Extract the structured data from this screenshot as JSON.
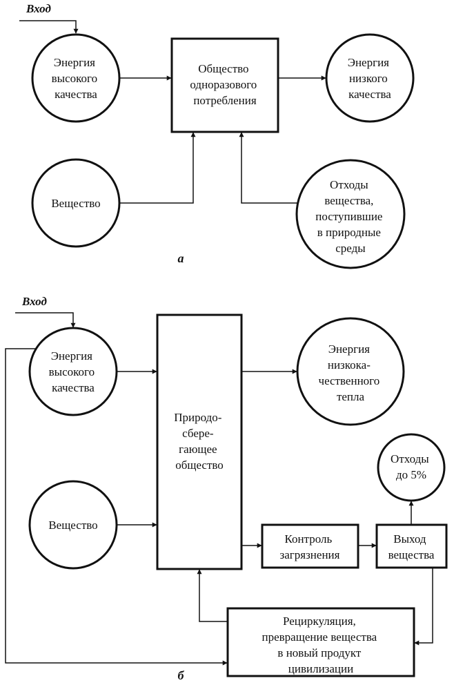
{
  "diagram_a": {
    "input_label": "Вход",
    "high_energy": [
      "Энергия",
      "высокого",
      "качества"
    ],
    "society": [
      "Общество",
      "одноразового",
      "потребления"
    ],
    "low_energy": [
      "Энергия",
      "низкого",
      "качества"
    ],
    "matter": "Вещество",
    "waste": [
      "Отходы",
      "вещества,",
      "поступившие",
      "в природные",
      "среды"
    ],
    "panel_label": "а"
  },
  "diagram_b": {
    "input_label": "Вход",
    "high_energy": [
      "Энергия",
      "высокого",
      "качества"
    ],
    "low_heat": [
      "Энергия",
      "низкока-",
      "чественного",
      "тепла"
    ],
    "society": [
      "Природо-",
      "сбере-",
      "гающее",
      "общество"
    ],
    "waste": [
      "Отходы",
      "до 5%"
    ],
    "matter": "Вещество",
    "pollution_control": [
      "Контроль",
      "загрязнения"
    ],
    "matter_output": [
      "Выход",
      "вещества"
    ],
    "recycling": [
      "Рециркуляция,",
      "превращение вещества",
      "в новый продукт",
      "цивилизации"
    ],
    "panel_label": "б"
  }
}
